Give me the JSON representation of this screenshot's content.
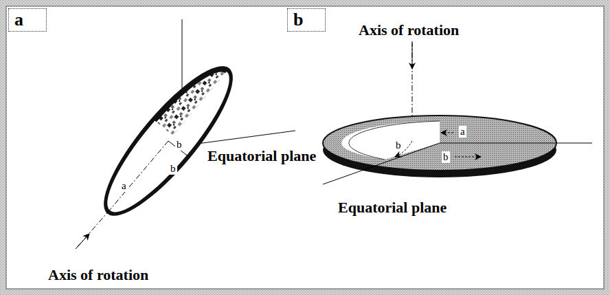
{
  "diagram": {
    "nodes": [
      {
        "text": [
          "a"
        ]
      },
      {
        "text": [
          "b"
        ]
      }
    ],
    "labels": [
      "b",
      "b",
      "a",
      "Equatorial plane",
      "Axis of rotation",
      "Axis of rotation",
      "a",
      "b",
      "b",
      "Equatorial plane"
    ]
  }
}
